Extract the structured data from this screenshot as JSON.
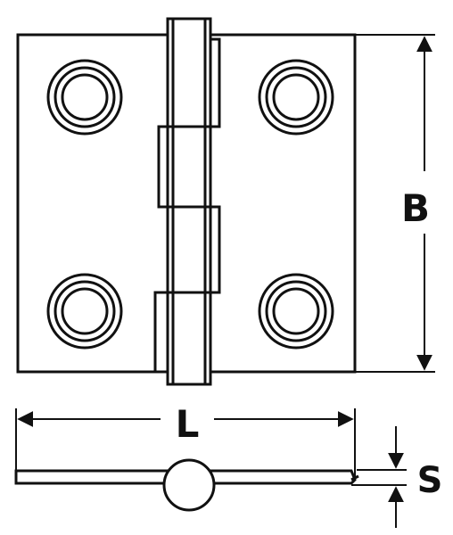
{
  "colors": {
    "line": "#111111",
    "background": "#ffffff"
  },
  "dimensions": {
    "height_label": "B",
    "length_label": "L",
    "thickness_label": "S"
  }
}
